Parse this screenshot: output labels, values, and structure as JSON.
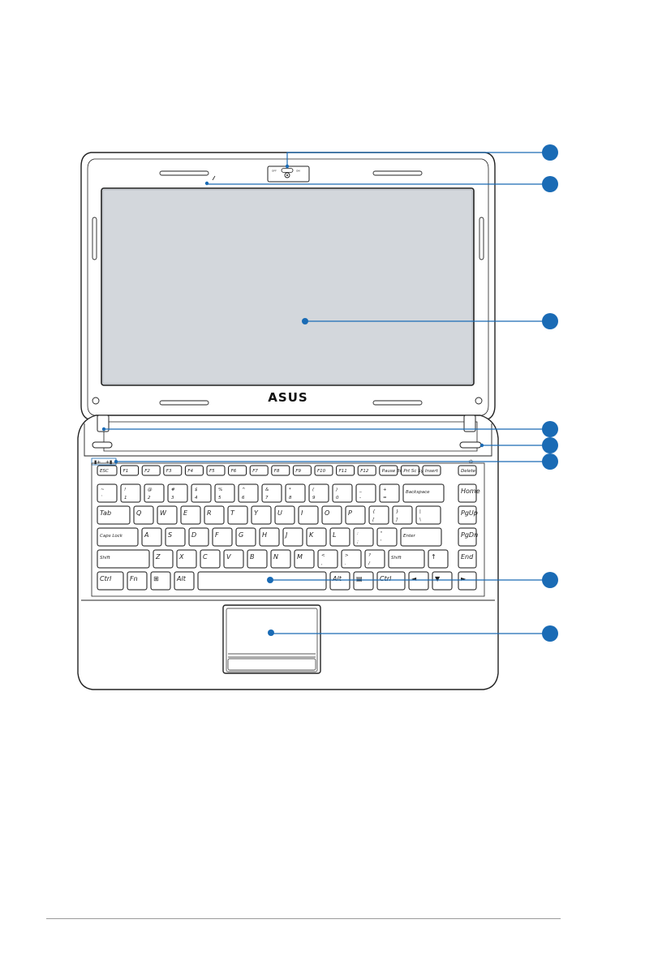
{
  "brand": {
    "logo_text": "ASUS"
  },
  "colors": {
    "callout": "#1a6bb5",
    "outline": "#222222",
    "fn_legend": "#2a9fd8"
  },
  "keyboard": {
    "rows": [
      [
        "ESC",
        "F1",
        "F2",
        "F3",
        "F4",
        "F5",
        "F6",
        "F7",
        "F8",
        "F9",
        "F10",
        "F11",
        "F12",
        "Pause Break",
        "Prt Sc SysRq",
        "Insert",
        "Delete"
      ],
      [
        "~ `",
        "! 1",
        "@ 2",
        "# 3",
        "$ 4",
        "% 5",
        "^ 6",
        "& 7",
        "* 8",
        "( 9",
        ") 0",
        "_ -",
        "+ =",
        "Backspace",
        "Home"
      ],
      [
        "Tab",
        "Q",
        "W",
        "E",
        "R",
        "T",
        "Y",
        "U",
        "I",
        "O",
        "P",
        "{ [",
        "} ]",
        "| \\",
        "PgUp"
      ],
      [
        "Caps Lock",
        "A",
        "S",
        "D",
        "F",
        "G",
        "H",
        "J",
        "K",
        "L",
        ": ;",
        "\" '",
        "Enter",
        "PgDn"
      ],
      [
        "Shift",
        "Z",
        "X",
        "C",
        "V",
        "B",
        "N",
        "M",
        "< ,",
        "> .",
        "? /",
        "Shift",
        "↑",
        "End"
      ],
      [
        "Ctrl",
        "Fn",
        "⊞",
        "Alt",
        "",
        "Alt",
        "▤",
        "Ctrl",
        "◄",
        "▼",
        "►"
      ]
    ]
  },
  "callouts": [
    {
      "id": 1,
      "label": ""
    },
    {
      "id": 2,
      "label": ""
    },
    {
      "id": 3,
      "label": ""
    },
    {
      "id": 4,
      "label": ""
    },
    {
      "id": 5,
      "label": ""
    },
    {
      "id": 6,
      "label": ""
    },
    {
      "id": 7,
      "label": ""
    },
    {
      "id": 8,
      "label": ""
    }
  ]
}
